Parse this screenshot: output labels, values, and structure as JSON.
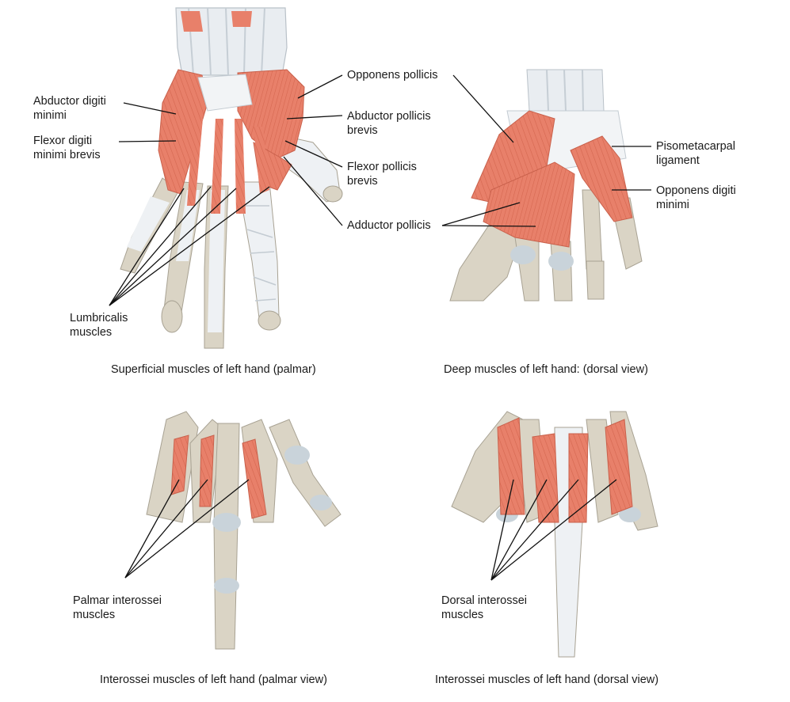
{
  "colors": {
    "muscle": "#e8806a",
    "muscle_dark": "#c9614c",
    "bone": "#d9d3c4",
    "bone_edge": "#a8a293",
    "cartilage": "#c9d3da",
    "tendon": "#eef1f4",
    "leader": "#111111"
  },
  "panels": {
    "superficial_palmar": {
      "caption": "Superficial muscles of left hand (palmar)",
      "labels": {
        "abductor_digiti_minimi": "Abductor digiti\nminimi",
        "flexor_digiti_minimi_brevis": "Flexor digiti\nminimi brevis",
        "lumbricalis_muscles": "Lumbricalis\nmuscles",
        "opponens_pollicis": "Opponens pollicis",
        "abductor_pollicis_brevis": "Abductor pollicis\nbrevis",
        "flexor_pollicis_brevis": "Flexor pollicis\nbrevis",
        "adductor_pollicis": "Adductor pollicis"
      }
    },
    "deep_dorsal": {
      "caption": "Deep muscles of left hand: (dorsal view)",
      "labels": {
        "pisometacarpal_ligament": "Pisometacarpal\nligament",
        "opponens_digiti_minimi": "Opponens digiti\nminimi"
      }
    },
    "interossei_palmar": {
      "caption": "Interossei muscles of left hand (palmar view)",
      "labels": {
        "palmar_interossei_muscles": "Palmar interossei\nmuscles"
      }
    },
    "interossei_dorsal": {
      "caption": "Interossei muscles of left hand (dorsal view)",
      "labels": {
        "dorsal_interossei_muscles": "Dorsal interossei\nmuscles"
      }
    }
  }
}
